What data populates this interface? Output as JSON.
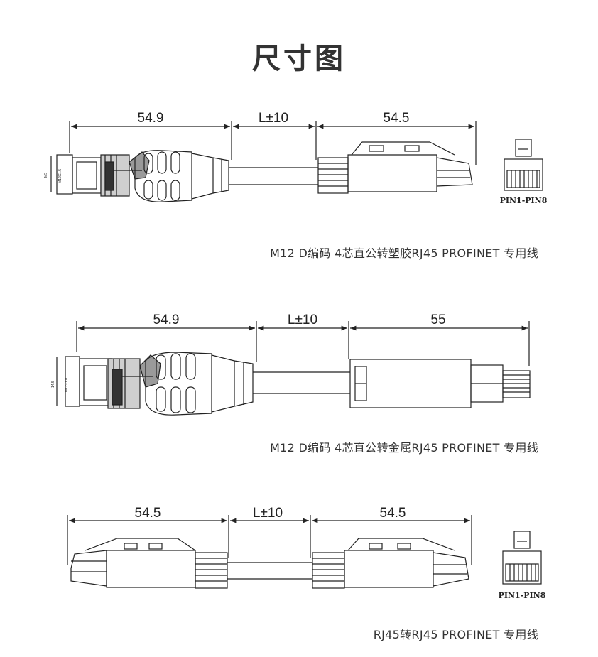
{
  "page": {
    "title": "尺寸图"
  },
  "diagrams": [
    {
      "caption": "M12 D编码 4芯直公转塑胶RJ45 PROFINET 专用线",
      "dims": [
        "54.9",
        "L±10",
        "54.5"
      ],
      "side_labels": [
        "M5",
        "M12X1.5"
      ],
      "pin_label": "PIN1-PIN8"
    },
    {
      "caption": "M12 D编码 4芯直公转金属RJ45 PROFINET 专用线",
      "dims": [
        "54.9",
        "L±10",
        "55"
      ],
      "side_labels": [
        "14.5",
        "M12X1.0"
      ]
    },
    {
      "caption": "RJ45转RJ45 PROFINET 专用线",
      "dims": [
        "54.5",
        "L±10",
        "54.5"
      ],
      "pin_label": "PIN1-PIN8"
    }
  ]
}
